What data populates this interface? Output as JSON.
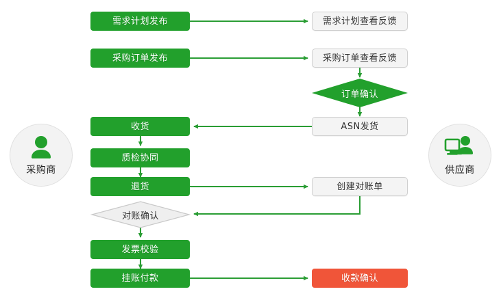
{
  "diagram": {
    "type": "flowchart",
    "title": "",
    "colors": {
      "green": "#22a02c",
      "red": "#f05539",
      "gray_fill": "#f4f4f4",
      "gray_border": "#cfcfcf",
      "connector": "#2a9d34",
      "actor_fill": "#f3f3f3",
      "text_light": "#ffffff",
      "text_dark": "#333333"
    },
    "actors": [
      {
        "id": "buyer",
        "label": "采购商",
        "icon": "person-icon",
        "side": "left"
      },
      {
        "id": "supplier",
        "label": "供应商",
        "icon": "person-computer-icon",
        "side": "right"
      }
    ],
    "nodes": [
      {
        "id": "demand_plan_publish",
        "label": "需求计划发布",
        "shape": "rect",
        "style": "green",
        "lane": "buyer"
      },
      {
        "id": "demand_plan_feedback",
        "label": "需求计划查看反馈",
        "shape": "rect",
        "style": "gray",
        "lane": "supplier"
      },
      {
        "id": "po_publish",
        "label": "采购订单发布",
        "shape": "rect",
        "style": "green",
        "lane": "buyer"
      },
      {
        "id": "po_feedback",
        "label": "采购订单查看反馈",
        "shape": "rect",
        "style": "gray",
        "lane": "supplier"
      },
      {
        "id": "order_confirm",
        "label": "订单确认",
        "shape": "diamond",
        "style": "green",
        "lane": "supplier"
      },
      {
        "id": "asn_ship",
        "label": "ASN发货",
        "shape": "rect",
        "style": "gray",
        "lane": "supplier"
      },
      {
        "id": "receive_goods",
        "label": "收货",
        "shape": "rect",
        "style": "green",
        "lane": "buyer"
      },
      {
        "id": "qc_collab",
        "label": "质检协同",
        "shape": "rect",
        "style": "green",
        "lane": "buyer"
      },
      {
        "id": "return_goods",
        "label": "退货",
        "shape": "rect",
        "style": "green",
        "lane": "buyer"
      },
      {
        "id": "create_statement",
        "label": "创建对账单",
        "shape": "rect",
        "style": "gray",
        "lane": "supplier"
      },
      {
        "id": "statement_confirm",
        "label": "对账确认",
        "shape": "diamond",
        "style": "gray",
        "lane": "buyer"
      },
      {
        "id": "invoice_check",
        "label": "发票校验",
        "shape": "rect",
        "style": "green",
        "lane": "buyer"
      },
      {
        "id": "payable_payment",
        "label": "挂账付款",
        "shape": "rect",
        "style": "green",
        "lane": "buyer"
      },
      {
        "id": "receipt_confirm",
        "label": "收款确认",
        "shape": "rect",
        "style": "red",
        "lane": "supplier"
      }
    ],
    "edges": [
      {
        "from": "demand_plan_publish",
        "to": "demand_plan_feedback",
        "dir": "right"
      },
      {
        "from": "po_publish",
        "to": "po_feedback",
        "dir": "right"
      },
      {
        "from": "po_feedback",
        "to": "order_confirm",
        "dir": "down"
      },
      {
        "from": "order_confirm",
        "to": "asn_ship",
        "dir": "down"
      },
      {
        "from": "asn_ship",
        "to": "receive_goods",
        "dir": "left"
      },
      {
        "from": "receive_goods",
        "to": "qc_collab",
        "dir": "down"
      },
      {
        "from": "qc_collab",
        "to": "return_goods",
        "dir": "down"
      },
      {
        "from": "return_goods",
        "to": "create_statement",
        "dir": "right"
      },
      {
        "from": "create_statement",
        "to": "statement_confirm",
        "dir": "down-left"
      },
      {
        "from": "statement_confirm",
        "to": "invoice_check",
        "dir": "down"
      },
      {
        "from": "invoice_check",
        "to": "payable_payment",
        "dir": "down"
      },
      {
        "from": "payable_payment",
        "to": "receipt_confirm",
        "dir": "right"
      }
    ]
  }
}
